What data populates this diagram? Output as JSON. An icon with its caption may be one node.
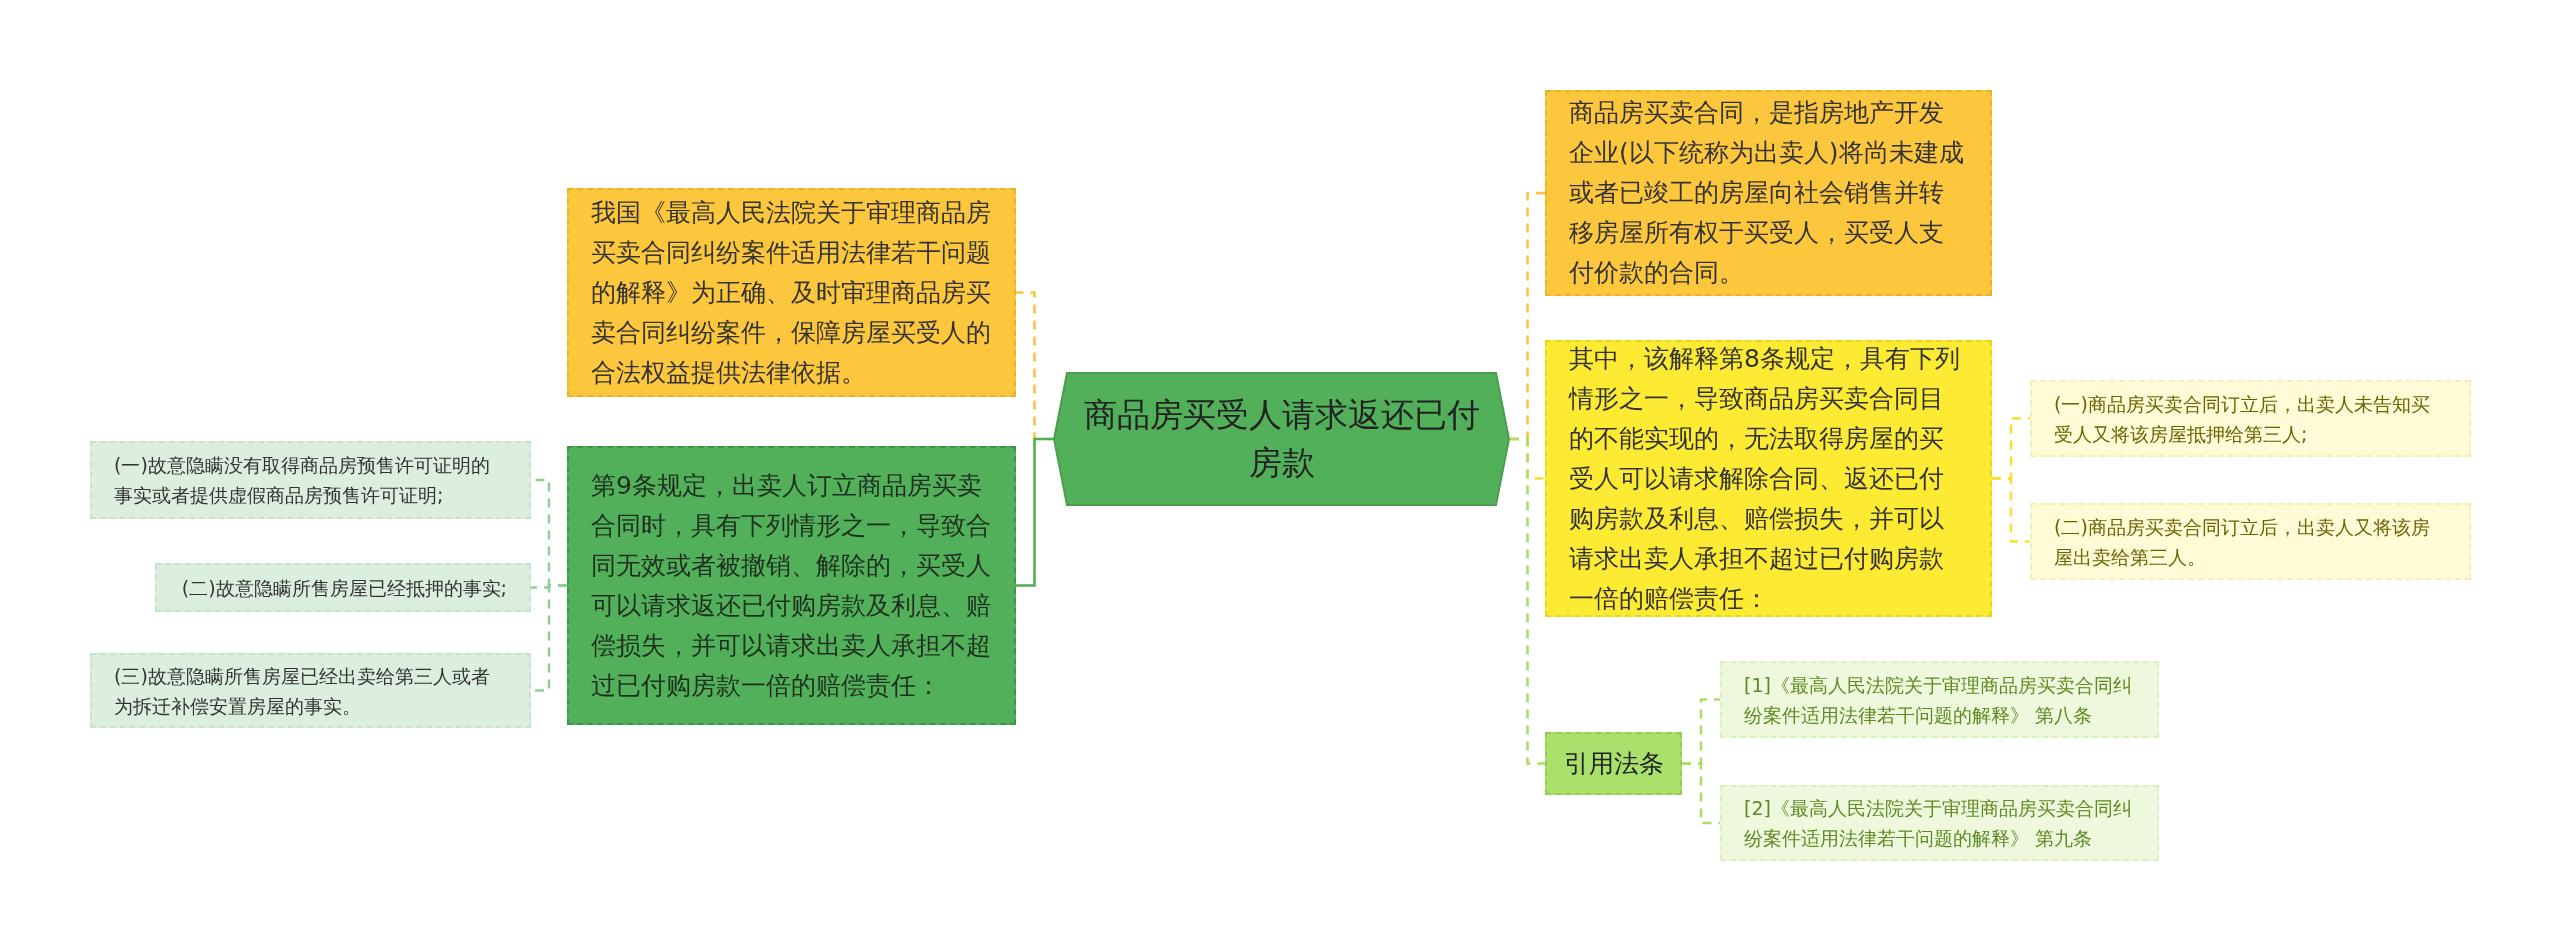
{
  "diagram": {
    "nodes": [
      {
        "text": [
          "商品房买受人请求返还已付房款"
        ]
      },
      {
        "text": [
          "我国《最高人民法院关于审理商品房买卖合同纠纷案件适用法律若干问题的解释》为正确、及时审理商品房买卖合同纠纷案件，保障房屋买受人的合法权益提供法律依据。"
        ]
      },
      {
        "text": [
          "第9条规定，出卖人订立商品房买卖合同时，具有下列情形之一，导致合同无效或者被撤销、解除的，买受人可以请求返还已付购房款及利息、赔偿损失，并可以请求出卖人承担不超过已付购房款一倍的赔偿责任："
        ]
      },
      {
        "text": [
          "(一)故意隐瞒没有取得商品房预售许可证明的事实或者提供虚假商品房预售许可证明;"
        ]
      },
      {
        "text": [
          "(二)故意隐瞒所售房屋已经抵押的事实;"
        ]
      },
      {
        "text": [
          "(三)故意隐瞒所售房屋已经出卖给第三人或者为拆迁补偿安置房屋的事实。"
        ]
      },
      {
        "text": [
          "商品房买卖合同，是指房地产开发企业(以下统称为出卖人)将尚未建成或者已竣工的房屋向社会销售并转移房屋所有权于买受人，买受人支付价款的合同。"
        ]
      },
      {
        "text": [
          "其中，该解释第8条规定，具有下列情形之一，导致商品房买卖合同目的不能实现的，无法取得房屋的买受人可以请求解除合同、返还已付购房款及利息、赔偿损失，并可以请求出卖人承担不超过已付购房款一倍的赔偿责任："
        ]
      },
      {
        "text": [
          "(一)商品房买卖合同订立后，出卖人未告知买受人又将该房屋抵押给第三人;"
        ]
      },
      {
        "text": [
          "(二)商品房买卖合同订立后，出卖人又将该房屋出卖给第三人。"
        ]
      },
      {
        "text": [
          "引用法条"
        ]
      },
      {
        "text": [
          "[1]《最高人民法院关于审理商品房买卖合同纠纷案件适用法律若干问题的解释》 第八条"
        ]
      },
      {
        "text": [
          "[2]《最高人民法院关于审理商品房买卖合同纠纷案件适用法律若干问题的解释》 第九条"
        ]
      }
    ],
    "edges": [
      {
        "from": 0,
        "to": 1,
        "arrow": "none",
        "style": "dashed",
        "color": "#fbc43c"
      },
      {
        "from": 0,
        "to": 2,
        "arrow": "none",
        "color": "#4caf50"
      },
      {
        "from": 2,
        "to": 3,
        "arrow": "none",
        "style": "dashed",
        "color": "#8fce94"
      },
      {
        "from": 2,
        "to": 4,
        "arrow": "none",
        "style": "dashed",
        "color": "#8fce94"
      },
      {
        "from": 2,
        "to": 5,
        "arrow": "none",
        "style": "dashed",
        "color": "#8fce94"
      },
      {
        "from": 0,
        "to": 6,
        "arrow": "none",
        "style": "dashed",
        "color": "#fbc43c"
      },
      {
        "from": 0,
        "to": 7,
        "arrow": "none",
        "style": "dashed",
        "color": "#f5e12e"
      },
      {
        "from": 7,
        "to": 8,
        "arrow": "none",
        "style": "dashed",
        "color": "#f5e12e"
      },
      {
        "from": 7,
        "to": 9,
        "arrow": "none",
        "style": "dashed",
        "color": "#f5e12e"
      },
      {
        "from": 0,
        "to": 10,
        "arrow": "none",
        "style": "dashed",
        "color": "#a9dc6a"
      },
      {
        "from": 10,
        "to": 11,
        "arrow": "none",
        "style": "dashed",
        "color": "#a9dc6a"
      },
      {
        "from": 10,
        "to": 12,
        "arrow": "none",
        "style": "dashed",
        "color": "#a9dc6a"
      }
    ]
  }
}
